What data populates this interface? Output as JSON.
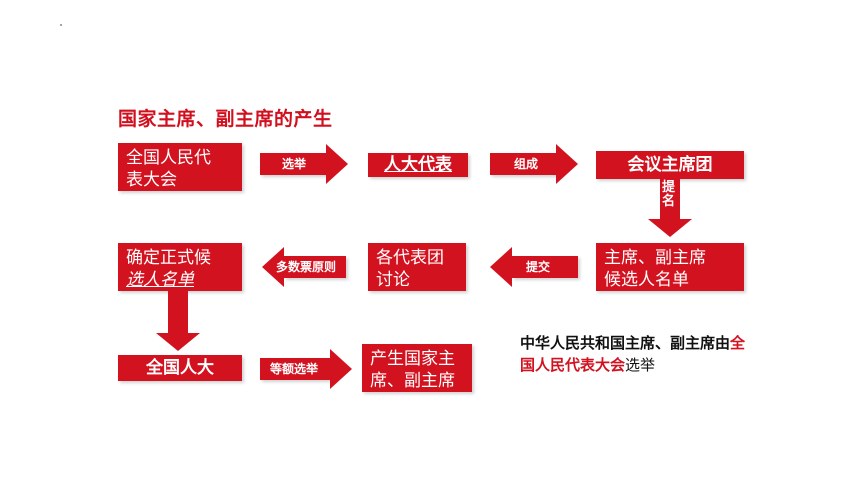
{
  "title": "国家主席、副主席的产生",
  "nodes": {
    "npc": [
      "全国人民代",
      "表大会"
    ],
    "deputies": "人大代表",
    "presidium": "会议主席团",
    "candidates": [
      "主席、副主席",
      "候选人名单"
    ],
    "delegations": [
      "各代表团",
      "讨论"
    ],
    "official_list": [
      "确定正式候",
      "选人名单"
    ],
    "npc_short": "全国人大",
    "result": [
      "产生国家主",
      "席、副主席"
    ]
  },
  "arrows": {
    "elect": "选举",
    "compose": "组成",
    "propose": "提名",
    "submit": "提交",
    "majority": "多数票原则",
    "equal_election": "等额选举"
  },
  "note": {
    "part1": "中华人民共和国主席、副主席由",
    "highlight": "全国人民代表大会",
    "part2": "选举"
  },
  "colors": {
    "accent": "#d31220",
    "title": "#d0101e"
  }
}
